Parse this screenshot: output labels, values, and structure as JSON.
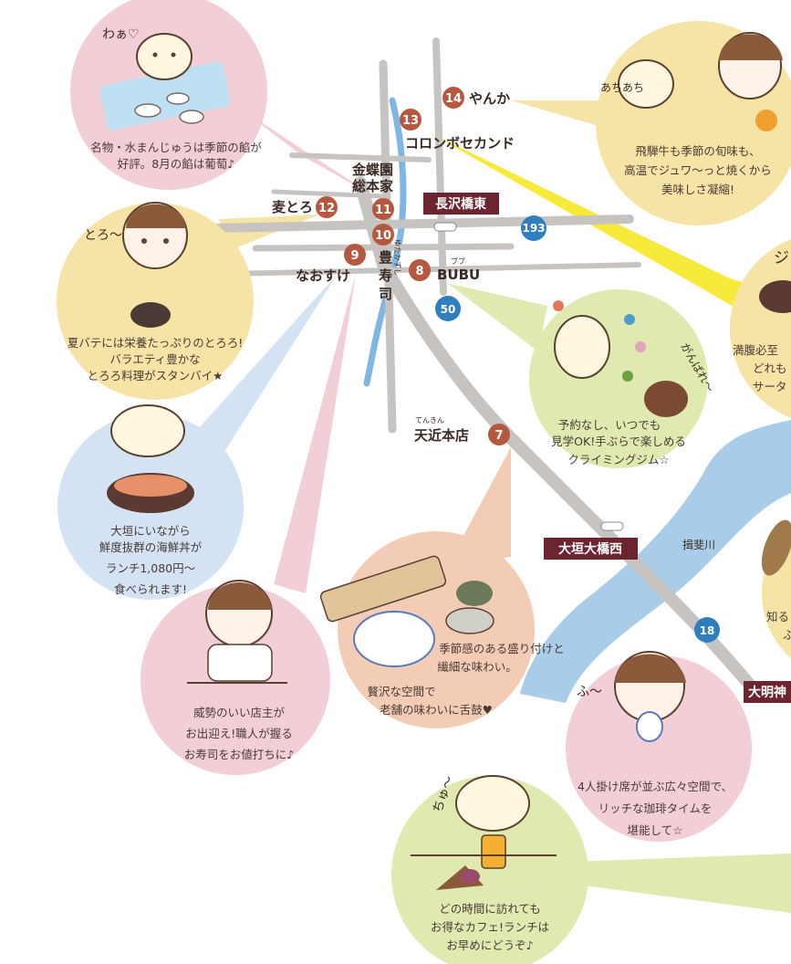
{
  "stations": {
    "nagasawa_east": "長沢橋東",
    "ogaki_ohashi_west": "大垣大橋西",
    "daimyojin": "大明神"
  },
  "routes": {
    "r193": "193",
    "r50": "50",
    "r18": "18"
  },
  "river": "揖斐川",
  "shops": {
    "s14": {
      "num": "14",
      "name": "やんか"
    },
    "s13": {
      "num": "13",
      "name": "コロンボセカンド"
    },
    "s11": {
      "num": "11",
      "name_line1": "金蝶園",
      "name_line2": "総本家"
    },
    "s12": {
      "num": "12",
      "name": "麦とろ"
    },
    "s10": {
      "num": "10"
    },
    "s9": {
      "num": "9",
      "name": "なおすけ"
    },
    "s_yutakazushi": {
      "name_line1": "豊",
      "name_line2": "寿",
      "name_line3": "司",
      "ruby": "ゆたかずし"
    },
    "s8": {
      "num": "8",
      "name": "BUBU",
      "ruby": "ブブ"
    },
    "s7": {
      "num": "7",
      "name": "天近本店",
      "ruby": "てんきん"
    }
  },
  "bubbles": {
    "kinchoen": {
      "exclaim": "わぁ♡",
      "line1": "名物・水まんじゅうは季節の餡が",
      "line2": "好評。8月の餡は葡萄♪"
    },
    "mugitoro": {
      "exclaim": "とろ〜",
      "line1": "夏バテには栄養たっぷりのとろろ!",
      "line2": "バラエティ豊かな",
      "line3": "とろろ料理がスタンバイ★"
    },
    "naosuke": {
      "line1": "大垣にいながら",
      "line2": "鮮度抜群の海鮮丼が",
      "line3": "ランチ1,080円〜",
      "line4": "食べられます!"
    },
    "yutakazushi": {
      "line1": "威勢のいい店主が",
      "line2": "お出迎え!職人が握る",
      "line3": "お寿司をお値打ちに♪"
    },
    "tenkin": {
      "line1": "季節感のある盛り付けと",
      "line2": "繊細な味わい。",
      "line3": "贅沢な空間で",
      "line4": "老舗の味わいに舌鼓♥"
    },
    "bubu": {
      "exclaim": "がんばれ〜",
      "line1": "予約なし、いつでも",
      "line2": "見学OK!手ぶらで楽しめる",
      "line3": "クライミングジム☆"
    },
    "yanka": {
      "exclaim": "あちあち",
      "line1": "飛騨牛も季節の旬味も、",
      "line2": "高温でジュワ〜っと焼くから",
      "line3": "美味しさ凝縮!"
    },
    "right_partial": {
      "exclaim": "ジ",
      "line1": "満腹必至",
      "line2": "どれも",
      "line3": "サータ"
    },
    "right_partial2": {
      "line1": "知る",
      "line2": "ふ"
    },
    "cafe_a": {
      "exclaim": "ふ〜",
      "line1": "4人掛け席が並ぶ広々空間で、",
      "line2": "リッチな珈琲タイムを",
      "line3": "堪能して☆"
    },
    "cafe_b": {
      "exclaim": "ちゅ〜",
      "line1": "どの時間に訪れても",
      "line2": "お得なカフェ!ランチは",
      "line3": "お早めにどうぞ♪"
    }
  },
  "colors": {
    "badge": "#b5583f",
    "sign": "#6b2430",
    "route_blue": "#2f7fc0",
    "river": "#a9cde8",
    "road": "#c7c3c0",
    "pink": "#f2cfd6",
    "yellow": "#f6e3a6",
    "blue": "#d3e3f3",
    "green": "#dfe9b0",
    "peach": "#f2ccb4",
    "bright_yellow": "#f8ea3a"
  }
}
